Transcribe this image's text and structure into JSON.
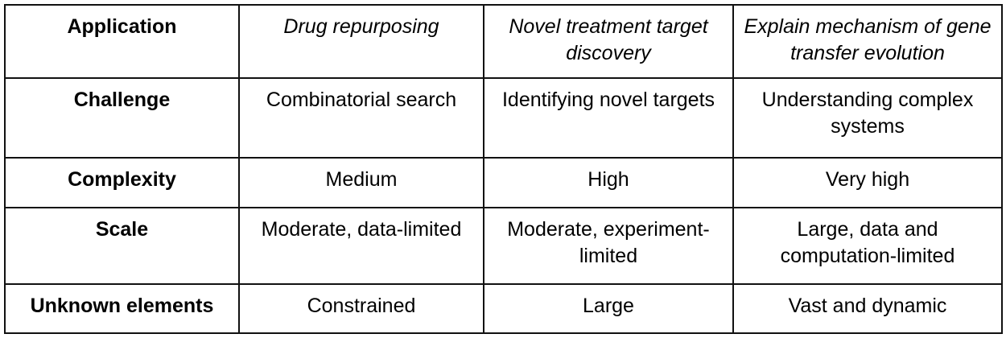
{
  "table": {
    "columns": [
      "Application",
      "Drug repurposing",
      "Novel treatment target discovery",
      "Explain mechanism of gene transfer evolution"
    ],
    "rows": [
      {
        "label": "Application",
        "style": "italic",
        "values": [
          "Drug repurposing",
          "Novel treatment target discovery",
          "Explain mechanism of gene transfer evolution"
        ]
      },
      {
        "label": "Challenge",
        "style": "regular",
        "values": [
          "Combinatorial search",
          "Identifying novel targets",
          "Understanding complex systems"
        ]
      },
      {
        "label": "Complexity",
        "style": "regular",
        "values": [
          "Medium",
          "High",
          "Very high"
        ]
      },
      {
        "label": "Scale",
        "style": "regular",
        "values": [
          "Moderate, data-limited",
          "Moderate, experiment-limited",
          "Large, data and computation-limited"
        ]
      },
      {
        "label": "Unknown elements",
        "style": "regular",
        "values": [
          "Constrained",
          "Large",
          "Vast and dynamic"
        ]
      }
    ]
  },
  "colors": {
    "border": "#111111",
    "text": "#000000",
    "background": "#ffffff"
  }
}
